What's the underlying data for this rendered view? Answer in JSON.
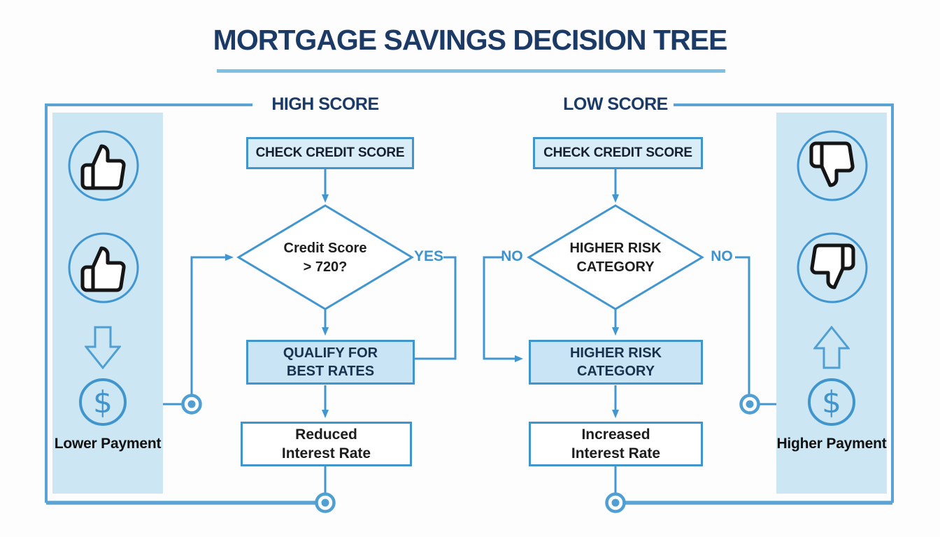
{
  "title": "MORTGAGE SAVINGS DECISION TREE",
  "branch_high": {
    "header": "HIGH SCORE",
    "start_label": "CHECK CREDIT SCORE",
    "decision_line1": "Credit Score",
    "decision_line2": "> 720?",
    "branch_yes": "YES",
    "action_line1": "QUALIFY FOR",
    "action_line2": "BEST RATES",
    "result_line1": "Reduced",
    "result_line2": "Interest Rate"
  },
  "branch_low": {
    "header": "LOW SCORE",
    "start_label": "CHECK CREDIT SCORE",
    "decision_line1": "HIGHER RISK",
    "decision_line2": "CATEGORY",
    "branch_no_left": "NO",
    "branch_no_right": "NO",
    "action_line1": "HIGHER RISK",
    "action_line2": "CATEGORY",
    "result_line1": "Increased",
    "result_line2": "Interest Rate"
  },
  "sidebar_left": {
    "caption": "Lower Payment",
    "dollar_glyph": "$",
    "icons": [
      "thumbs-up-icon",
      "thumbs-up-icon",
      "arrow-down-icon",
      "dollar-circle-icon"
    ]
  },
  "sidebar_right": {
    "caption": "Higher Payment",
    "dollar_glyph": "$",
    "icons": [
      "thumbs-down-icon",
      "thumbs-down-mirrored-icon",
      "arrow-up-icon",
      "dollar-circle-icon"
    ]
  },
  "colors": {
    "title_navy": "#1c3a66",
    "underline_blue": "#7cc1e2",
    "connector_blue": "#4296d0",
    "frame_blue": "#5ba3d4",
    "panel_fill": "#cde6f4",
    "start_box_fill": "#d9edf8",
    "action_box_fill": "#c9e4f5",
    "box_border": "#4095cc",
    "branch_label_blue": "#3d93cf",
    "text_dark": "#1d1d1d"
  }
}
